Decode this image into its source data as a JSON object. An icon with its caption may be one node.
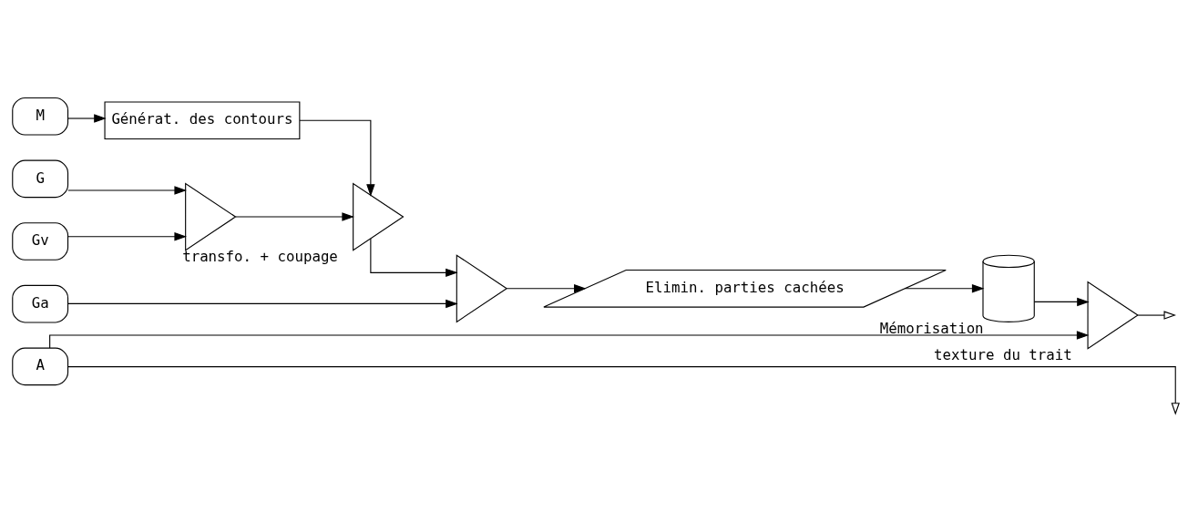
{
  "diagram": {
    "nodes": [
      {
        "text": [
          "M"
        ]
      },
      {
        "text": [
          "G"
        ]
      },
      {
        "text": [
          "Gv"
        ]
      },
      {
        "text": [
          "Ga"
        ]
      },
      {
        "text": [
          "A"
        ]
      },
      {
        "text": [
          "Générat. des contours"
        ]
      },
      {
        "text": [],
        "shape": "triangle"
      },
      {
        "text": [
          "transfo. + coupage"
        ]
      },
      {
        "text": [],
        "shape": "triangle"
      },
      {
        "text": [
          "Elimin. parties cachées"
        ]
      },
      {
        "text": [
          "Mémorisation"
        ]
      },
      {
        "text": [
          "texture du trait"
        ]
      }
    ],
    "edges": [
      {
        "from": 0,
        "to": 5,
        "arrow": "to"
      },
      {
        "from": 5,
        "to": 7,
        "arrow": "to"
      },
      {
        "from": 1,
        "to": 6,
        "arrow": "to"
      },
      {
        "from": 2,
        "to": 6,
        "arrow": "to"
      },
      {
        "from": 6,
        "to": 7,
        "arrow": "to"
      },
      {
        "from": 7,
        "to": 8,
        "arrow": "to"
      },
      {
        "from": 3,
        "to": 8,
        "arrow": "to"
      },
      {
        "from": 8,
        "to": 9,
        "arrow": "to"
      },
      {
        "from": 9,
        "to": 10,
        "arrow": "to"
      },
      {
        "from": 10,
        "to": 11,
        "arrow": "to"
      },
      {
        "from": 4,
        "to": 11,
        "arrow": "to"
      },
      {
        "from": 11,
        "to": null,
        "arrow": "to"
      },
      {
        "from": 4,
        "to": null,
        "arrow": "to"
      }
    ]
  }
}
